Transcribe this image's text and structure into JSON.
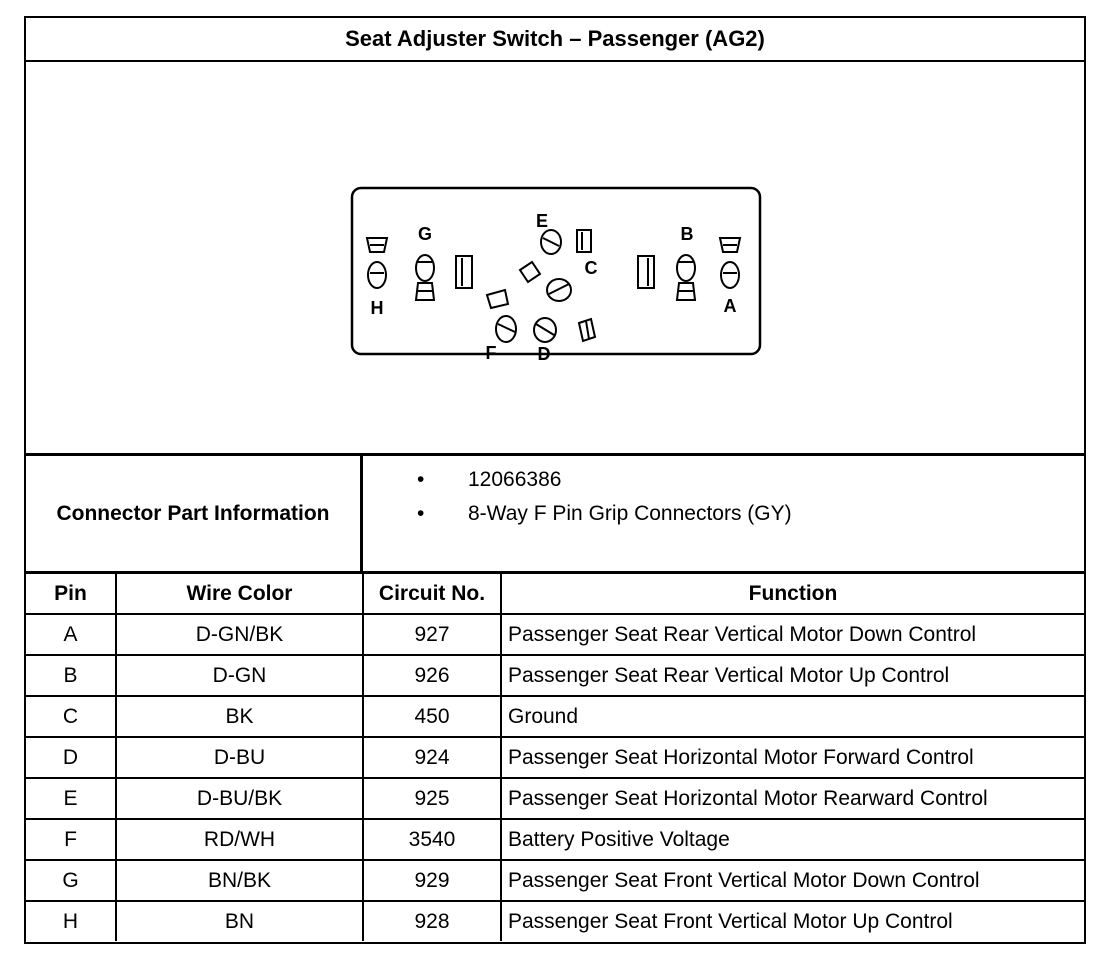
{
  "title": "Seat Adjuster Switch – Passenger (AG2)",
  "connector_diagram": {
    "pin_labels": [
      "A",
      "B",
      "C",
      "D",
      "E",
      "F",
      "G",
      "H"
    ]
  },
  "connector_info": {
    "label": "Connector Part Information",
    "bullet": "•",
    "items": [
      "12066386",
      "8-Way F Pin Grip Connectors (GY)"
    ]
  },
  "pin_table": {
    "headers": [
      "Pin",
      "Wire Color",
      "Circuit No.",
      "Function"
    ],
    "rows": [
      [
        "A",
        "D-GN/BK",
        "927",
        "Passenger Seat Rear Vertical Motor Down Control"
      ],
      [
        "B",
        "D-GN",
        "926",
        "Passenger Seat Rear Vertical Motor Up Control"
      ],
      [
        "C",
        "BK",
        "450",
        "Ground"
      ],
      [
        "D",
        "D-BU",
        "924",
        "Passenger Seat Horizontal Motor Forward Control"
      ],
      [
        "E",
        "D-BU/BK",
        "925",
        "Passenger Seat Horizontal Motor Rearward Control"
      ],
      [
        "F",
        "RD/WH",
        "3540",
        "Battery Positive Voltage"
      ],
      [
        "G",
        "BN/BK",
        "929",
        "Passenger Seat Front Vertical Motor Down Control"
      ],
      [
        "H",
        "BN",
        "928",
        "Passenger Seat Front Vertical Motor Up Control"
      ]
    ]
  }
}
